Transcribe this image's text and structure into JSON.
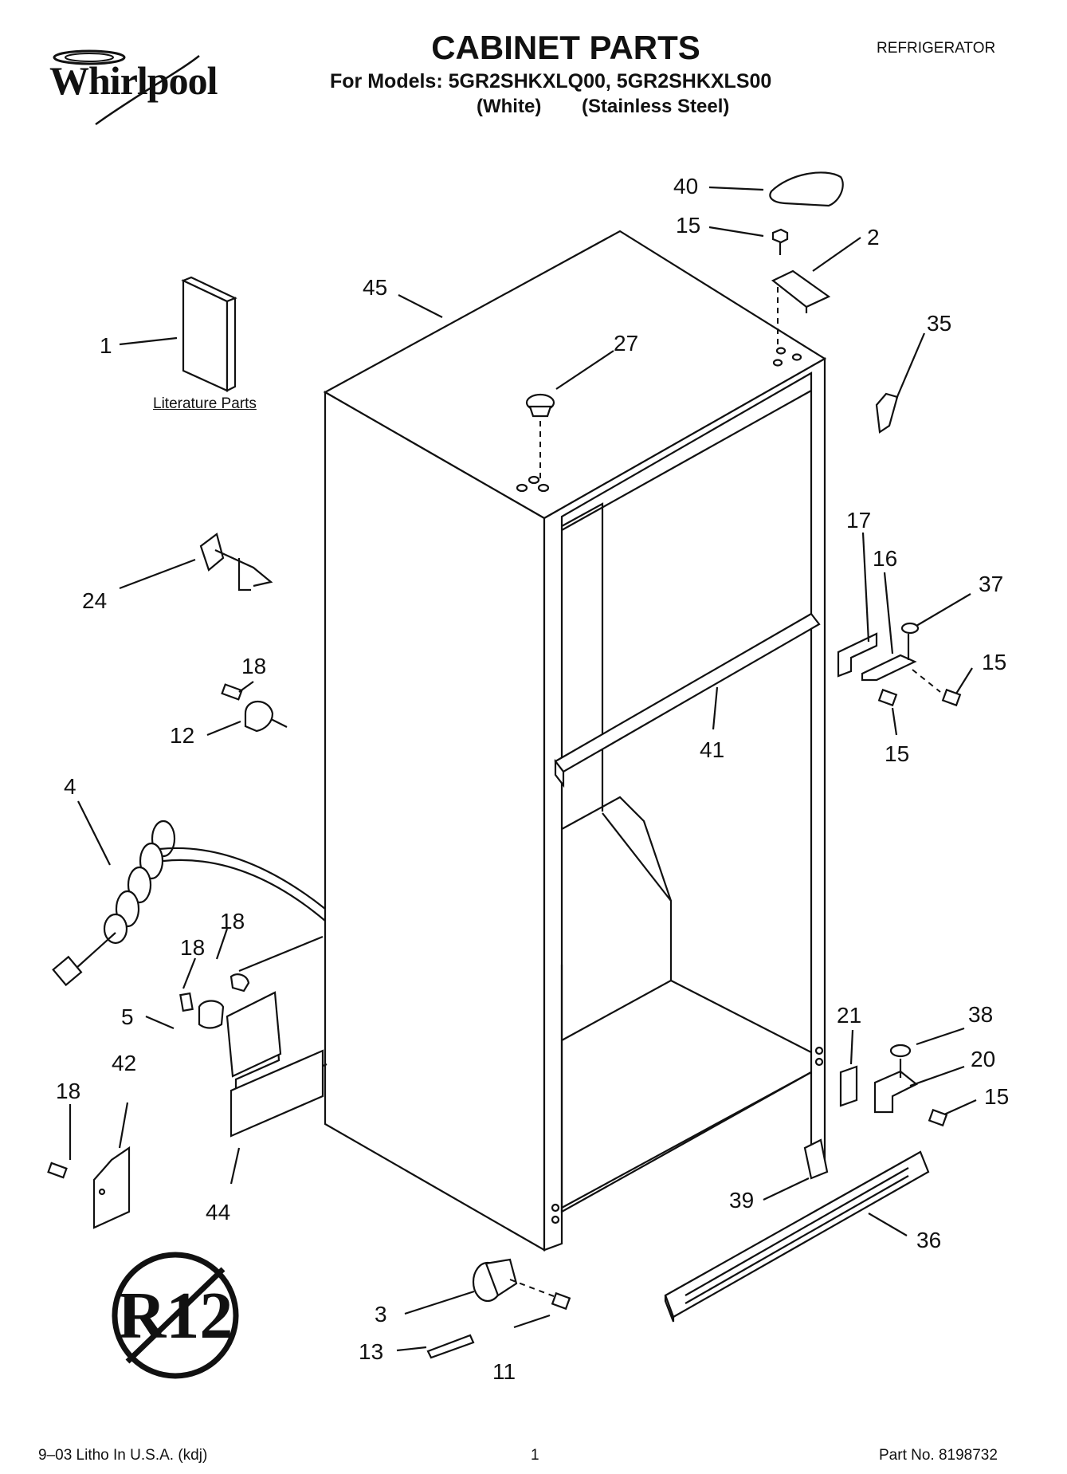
{
  "header": {
    "brand": "Whirlpool",
    "title": "CABINET PARTS",
    "models_line": "For Models: 5GR2SHKXLQ00, 5GR2SHKXLS00",
    "variant_1": "(White)",
    "variant_2": "(Stainless Steel)",
    "appliance": "REFRIGERATOR"
  },
  "literature_label": "Literature Parts",
  "callouts": [
    "40",
    "15",
    "2",
    "45",
    "27",
    "35",
    "1",
    "17",
    "16",
    "37",
    "15",
    "24",
    "41",
    "15",
    "18",
    "12",
    "4",
    "18",
    "18",
    "5",
    "21",
    "38",
    "20",
    "15",
    "18",
    "42",
    "44",
    "39",
    "36",
    "3",
    "13",
    "11"
  ],
  "footer": {
    "litho": "9–03 Litho In U.S.A. (kdj)",
    "page": "1",
    "part_no": "Part No. 8198732"
  },
  "badge": {
    "text": "R12",
    "meaning": "no-refrigerant-R12"
  }
}
